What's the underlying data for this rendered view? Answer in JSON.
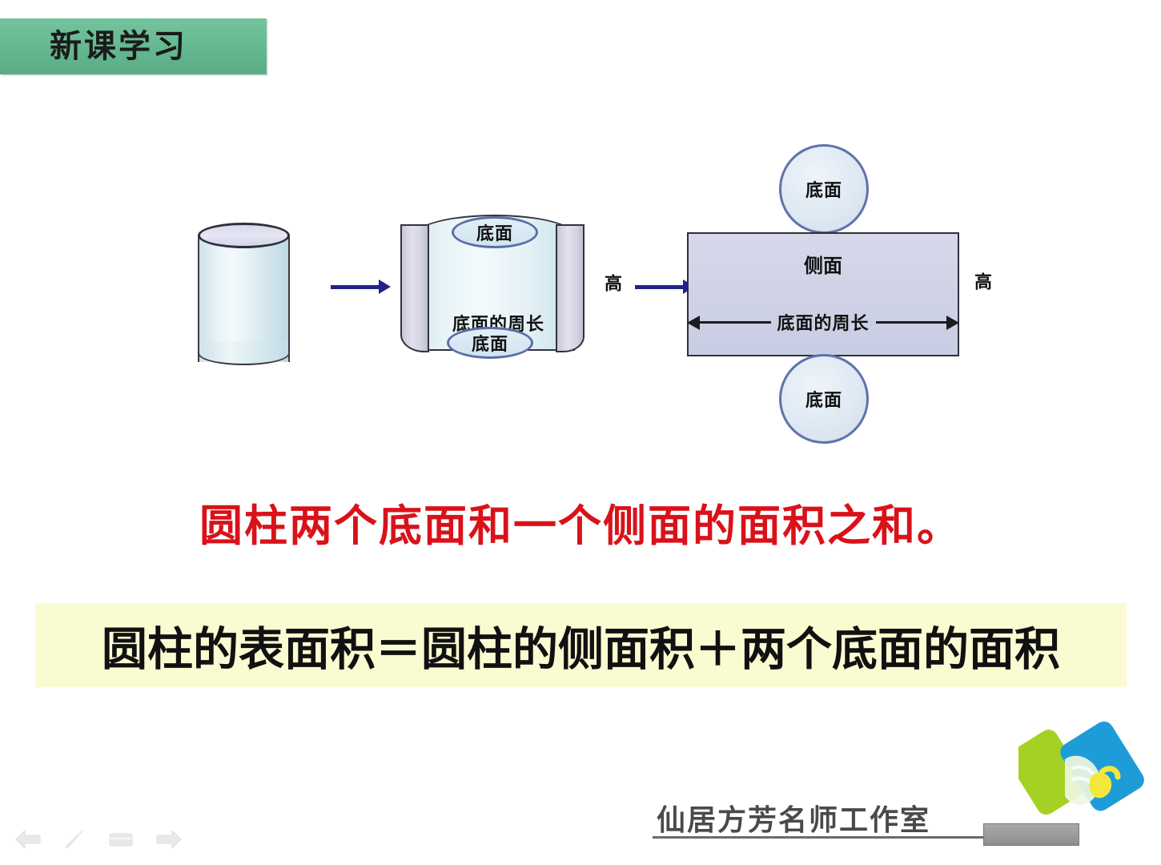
{
  "header": {
    "banner_label": "新课学习",
    "banner_color": "#64b890"
  },
  "diagram": {
    "cylinder": {
      "name": "圆柱",
      "body_color": "#e2eff4",
      "top_color": "#d8d8ec",
      "outline_color": "#3a3a44"
    },
    "arrows": {
      "color": "#22228c",
      "arrow_1": "→",
      "arrow_2": "→"
    },
    "unrolled": {
      "top_base_label": "底面",
      "bottom_base_label": "底面",
      "circumference_label": "底面的周长",
      "height_label": "高",
      "sheet_color": "#e8f4f8",
      "flap_color": "#d3d3e2"
    },
    "net": {
      "lateral_label": "侧面",
      "circumference_label": "底面的周长",
      "height_label": "高",
      "top_circle_label": "底面",
      "bottom_circle_label": "底面",
      "rect_fill": "#cfd2e6",
      "circle_fill": "#dfe9f3",
      "circle_stroke": "#5f72ab"
    }
  },
  "conclusion": {
    "text": "圆柱两个底面和一个侧面的面积之和。",
    "color": "#d9121a"
  },
  "formula": {
    "text": "圆柱的表面积＝圆柱的侧面积＋两个底面的面积",
    "background": "#fbfbd2",
    "color": "#111111"
  },
  "footer": {
    "brand_text": "仙居方芳名师工作室",
    "logo_green": "#a5d124",
    "logo_blue": "#1e9cd7",
    "logo_yellow": "#f2e73a"
  },
  "nav": {
    "back_icon": "left-arrow",
    "pen_icon": "pen",
    "note_icon": "rectangle",
    "forward_icon": "right-arrow"
  }
}
